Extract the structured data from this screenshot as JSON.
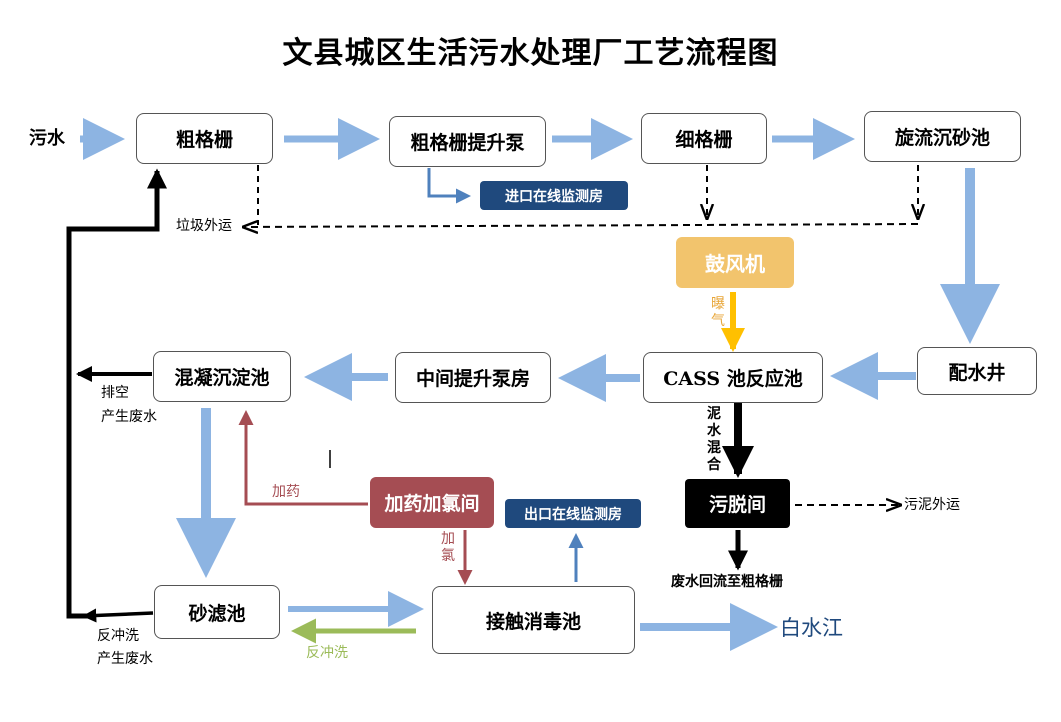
{
  "title": "文县城区生活污水处理厂工艺流程图",
  "nodes": {
    "coarse_screen": "粗格栅",
    "coarse_pump": "粗格栅提升泵",
    "fine_screen": "细格栅",
    "grit_chamber": "旋流沉砂池",
    "distribution_well": "配水井",
    "cass": "CASS 池反应池",
    "mid_pump": "中间提升泵房",
    "coag_sed": "混凝沉淀池",
    "sand_filter": "砂滤池",
    "disinfection": "接触消毒池",
    "sludge_room": "污脱间",
    "blower": "鼓风机",
    "dosing_room": "加药加氯间",
    "inlet_monitor": "进口在线监测房",
    "outlet_monitor": "出口在线监测房"
  },
  "labels": {
    "sewage": "污水",
    "garbage": "垃圾外运",
    "aeration": "曝气",
    "mud_mix": "泥水混合",
    "sludge_out": "污泥外运",
    "wastewater_return": "废水回流至粗格栅",
    "drain1": "排空",
    "drain2": "产生废水",
    "backwash1": "反冲洗",
    "backwash2": "产生废水",
    "dosing": "加药",
    "chlorine": "加氯",
    "backwash_green": "反冲洗",
    "river": "白水江"
  },
  "colors": {
    "flow_blue": "#8DB4E2",
    "monitor_navy": "#1F497D",
    "blower_orange": "#F2C46D",
    "aeration_yellow": "#FFC000",
    "dosing_red": "#A54D53",
    "backwash_green": "#9BBB59",
    "monitor_arrow": "#4F81BD"
  }
}
